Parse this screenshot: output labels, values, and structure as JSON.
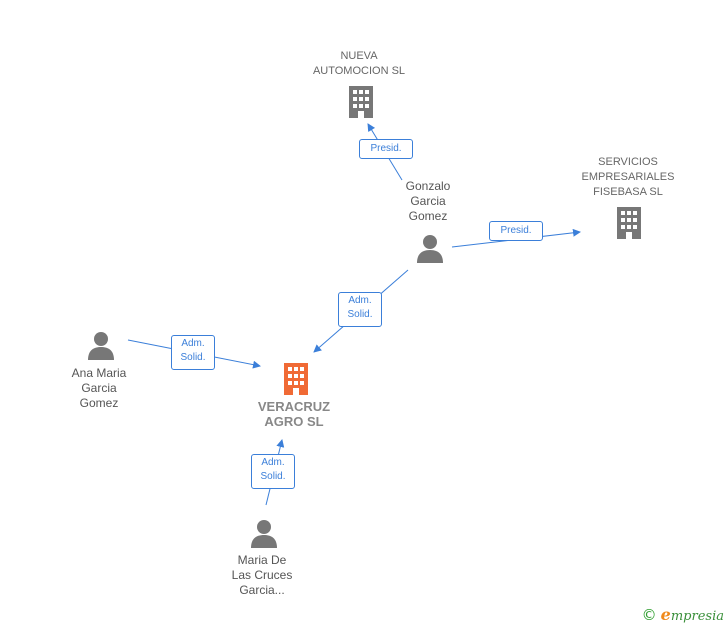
{
  "colors": {
    "edge": "#3b7fd9",
    "building_gray": "#777777",
    "building_main": "#f06a35",
    "person": "#777777"
  },
  "nodes": {
    "nueva": {
      "label": "NUEVA\nAUTOMOCION SL",
      "icon": "building-icon"
    },
    "servicios": {
      "label": "SERVICIOS\nEMPRESARIALES\nFISEBASA SL",
      "icon": "building-icon"
    },
    "gonzalo": {
      "label": "Gonzalo\nGarcia\nGomez",
      "icon": "person-icon"
    },
    "ana": {
      "label": "Ana Maria\nGarcia\nGomez",
      "icon": "person-icon"
    },
    "veracruz": {
      "label": "VERACRUZ\nAGRO  SL",
      "icon": "building-icon"
    },
    "maria": {
      "label": "Maria De\nLas Cruces\nGarcia...",
      "icon": "person-icon"
    }
  },
  "edges": {
    "gonzalo_nueva": "Presid.",
    "gonzalo_servicios": "Presid.",
    "gonzalo_veracruz": "Adm.\nSolid.",
    "ana_veracruz": "Adm.\nSolid.",
    "maria_veracruz": "Adm.\nSolid."
  },
  "footer": {
    "copyright": "©",
    "brand_initial": "e",
    "brand_rest": "mpresia"
  }
}
